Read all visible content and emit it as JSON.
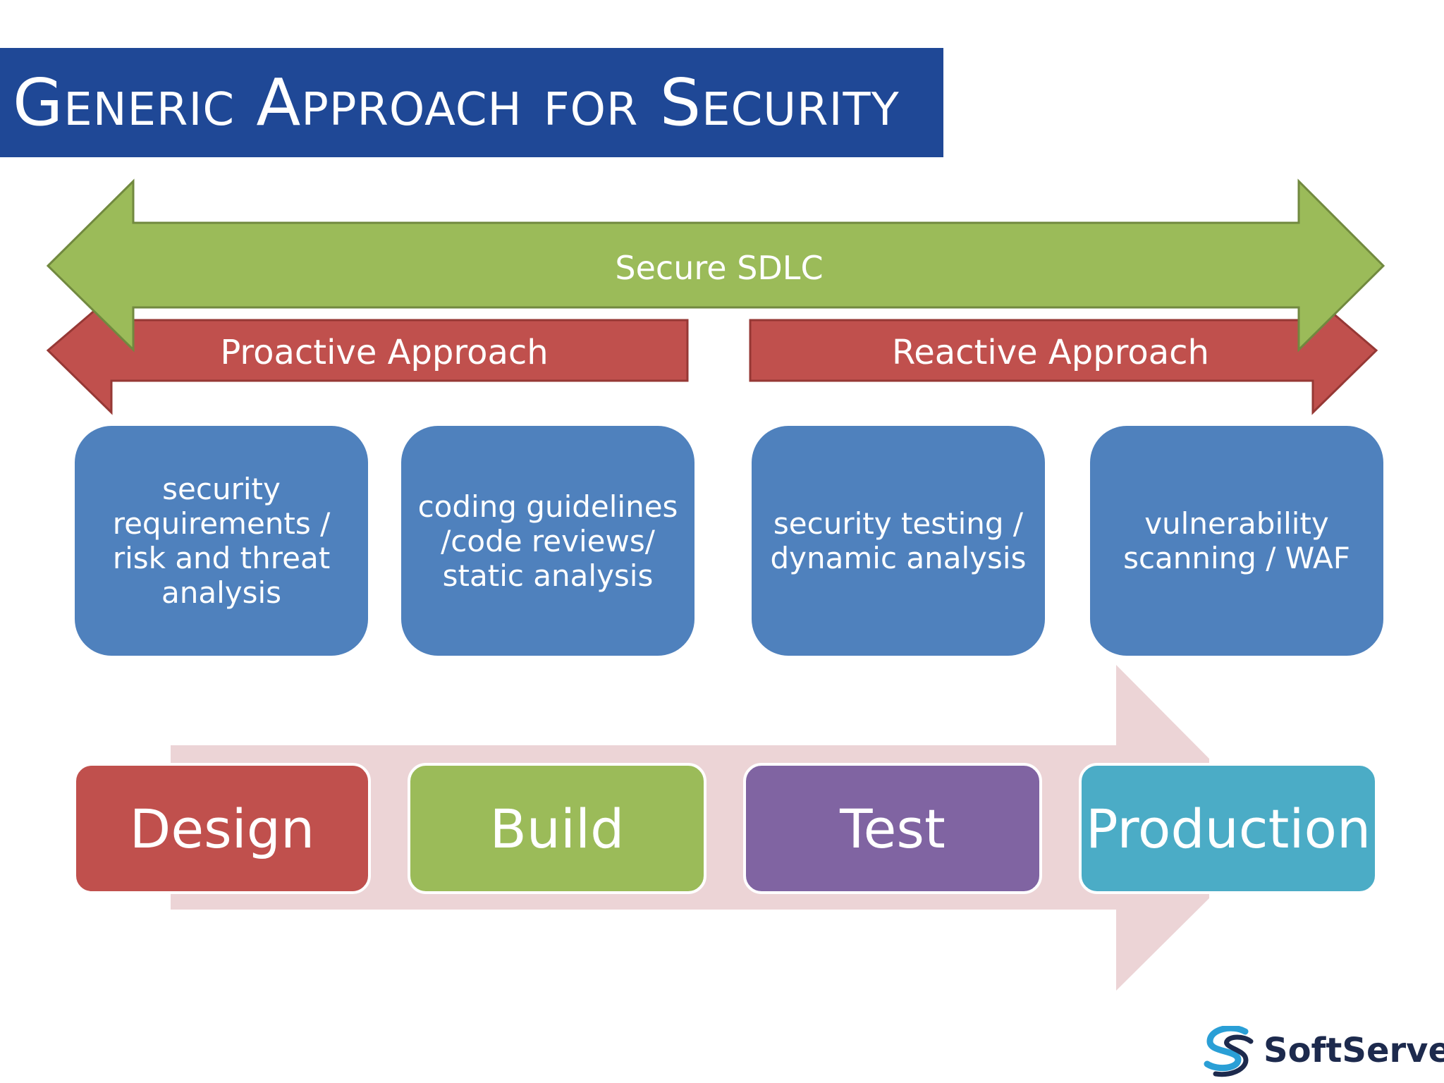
{
  "slide": {
    "title": "Generic Approach for Security"
  },
  "arrows": {
    "sdlc": "Secure SDLC",
    "proactive": "Proactive Approach",
    "reactive": "Reactive Approach"
  },
  "activities": [
    "security requirements / risk and threat analysis",
    "coding guidelines /code reviews/ static analysis",
    "security testing / dynamic analysis",
    "vulnerability scanning / WAF"
  ],
  "phases": [
    {
      "label": "Design",
      "color": "#c0504d"
    },
    {
      "label": "Build",
      "color": "#9bbb59"
    },
    {
      "label": "Test",
      "color": "#8064a2"
    },
    {
      "label": "Production",
      "color": "#4bacc6"
    }
  ],
  "colors": {
    "title_bar": "#1f4896",
    "sdlc_arrow": "#9bbb59",
    "approach_arrows": "#c0504d",
    "activity_boxes": "#4f81bd",
    "process_arrow": "#ecd4d6"
  },
  "logo": {
    "text": "SoftServe",
    "icon": "softserve-logo-icon"
  }
}
